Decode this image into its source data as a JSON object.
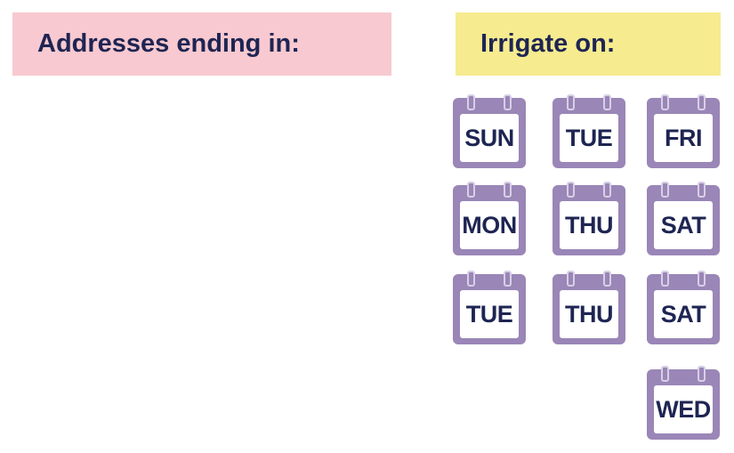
{
  "headers": {
    "addresses": "Addresses ending in:",
    "irrigate": "Irrigate on:"
  },
  "days": [
    "SUN",
    "TUE",
    "FRI",
    "MON",
    "THU",
    "SAT",
    "TUE",
    "THU",
    "SAT",
    "WED"
  ],
  "colors": {
    "pink": "#f8c9d0",
    "yellow": "#f6eb8f",
    "calendar": "#9a86b7",
    "text": "#1e2553"
  }
}
